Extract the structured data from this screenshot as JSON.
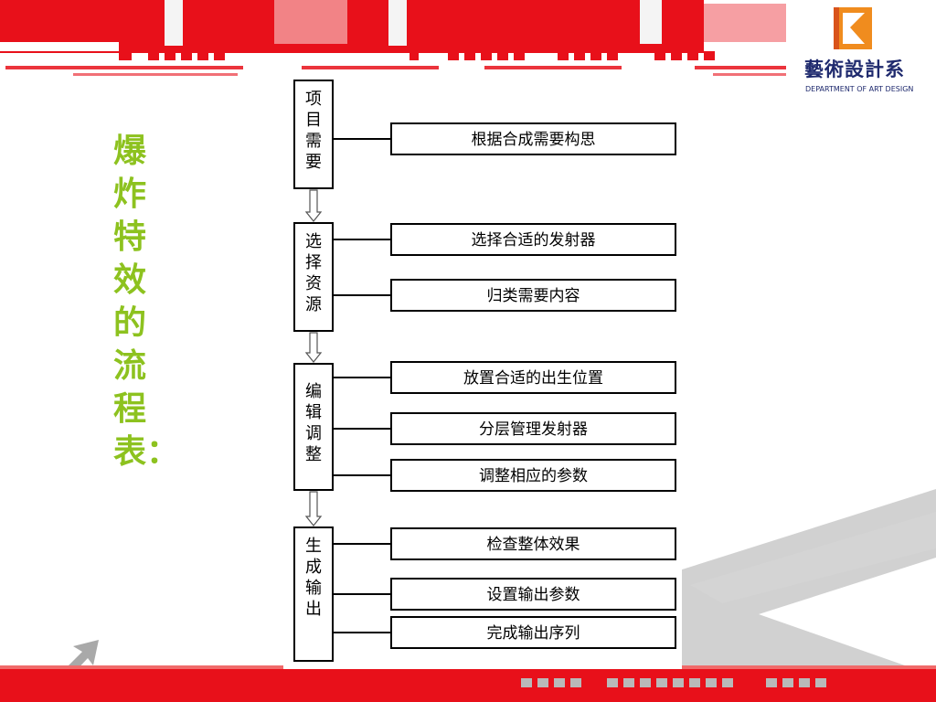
{
  "logo": {
    "name": "藝術設計系",
    "subtitle": "DEPARTMENT OF ART DESIGN"
  },
  "title": [
    "爆",
    "炸",
    "特",
    "效",
    "的",
    "流",
    "程",
    "表："
  ],
  "stages": [
    {
      "chars": [
        "项",
        "目",
        "需",
        "要"
      ],
      "steps": [
        "根据合成需要构思"
      ]
    },
    {
      "chars": [
        "选",
        "择",
        "资",
        "源"
      ],
      "steps": [
        "选择合适的发射器",
        "归类需要内容"
      ]
    },
    {
      "chars": [
        "编",
        "辑",
        "调",
        "整"
      ],
      "steps": [
        "放置合适的出生位置",
        "分层管理发射器",
        "调整相应的参数"
      ]
    },
    {
      "chars": [
        "生",
        "成",
        "输",
        "出"
      ],
      "steps": [
        "检查整体效果",
        "设置输出参数",
        "完成输出序列"
      ]
    }
  ],
  "colors": {
    "header_red": "#e8101a",
    "title_green": "#8dc21f",
    "logo_blue": "#1f2a6e",
    "logo_orange": "#f08c1e",
    "deco_gray": "#b9b9b9"
  }
}
